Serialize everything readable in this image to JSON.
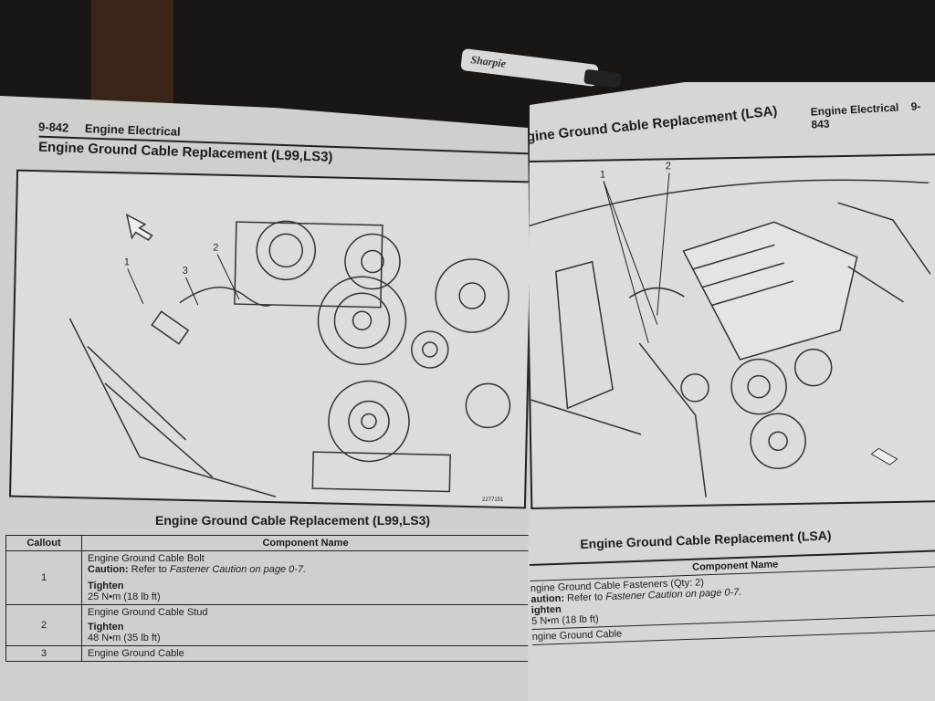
{
  "left_page": {
    "page_number": "9-842",
    "section": "Engine Electrical",
    "title": "Engine Ground Cable Replacement (L99,LS3)",
    "figure_id": "2277151",
    "callouts": [
      "1",
      "2",
      "3"
    ],
    "table": {
      "title": "Engine Ground Cable Replacement (L99,LS3)",
      "headers": [
        "Callout",
        "Component Name"
      ],
      "rows": [
        {
          "callout": "1",
          "name": "Engine Ground Cable Bolt",
          "caution_label": "Caution:",
          "caution_text": "Refer to",
          "caution_ref": "Fastener Caution on page 0-7.",
          "tighten_label": "Tighten",
          "torque": "25 N•m (18 lb ft)"
        },
        {
          "callout": "2",
          "name": "Engine Ground Cable Stud",
          "tighten_label": "Tighten",
          "torque": "48 N•m (35 lb ft)"
        },
        {
          "callout": "3",
          "name": "Engine Ground Cable"
        }
      ]
    }
  },
  "right_page": {
    "page_number": "9-843",
    "section": "Engine Electrical",
    "title": "gine Ground Cable Replacement (LSA)",
    "callouts": [
      "1",
      "2"
    ],
    "table": {
      "title": "Engine Ground Cable Replacement (LSA)",
      "header": "Component Name",
      "rows": [
        {
          "name": "ngine Ground Cable Fasteners (Qty: 2)",
          "caution_label": "aution:",
          "caution_text": "Refer to",
          "caution_ref": "Fastener Caution on page 0-7.",
          "tighten_label": "ighten",
          "torque": "5 N•m (18 lb ft)"
        },
        {
          "name": "ngine Ground Cable"
        }
      ]
    }
  },
  "marker_brand": "Sharpie"
}
